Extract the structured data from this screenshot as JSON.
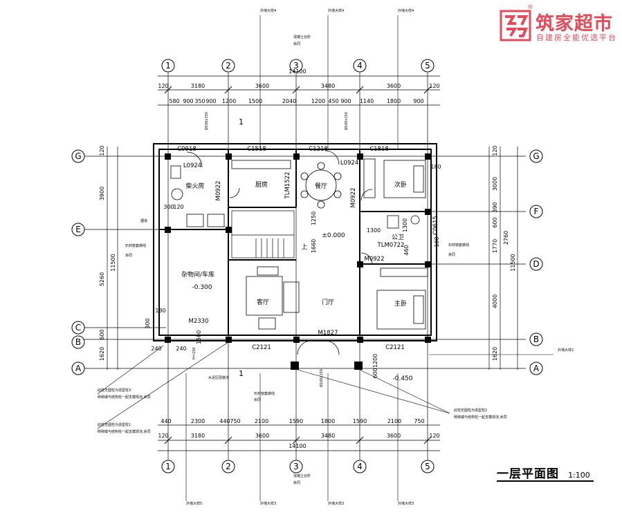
{
  "brand": {
    "name": "筑家超市",
    "slogan": "自建房全能优选平台",
    "color": "#e34a5a",
    "registered_mark": "®"
  },
  "drawing": {
    "title": "一层平面图",
    "scale": "1:100",
    "line_color": "#000000",
    "grid_axes_vertical": [
      "1",
      "2",
      "3",
      "4",
      "5"
    ],
    "grid_axes_horizontal": [
      "G",
      "F",
      "E",
      "D",
      "C",
      "B",
      "A"
    ],
    "overall_width": "14100",
    "overall_depth": "11500",
    "top_dims_main": [
      "120",
      "3180",
      "3600",
      "3480",
      "3600",
      "120"
    ],
    "top_dims_openings": [
      "580",
      "900",
      "350",
      "900",
      "1200",
      "1500",
      "2040",
      "1200",
      "450",
      "900",
      "1140",
      "1800",
      "900"
    ],
    "bottom_dims_openings": [
      "440",
      "2300",
      "440",
      "750",
      "2100",
      "1590",
      "1800",
      "1590",
      "2100",
      "750"
    ],
    "bottom_dims_main": [
      "120",
      "3180",
      "3600",
      "3480",
      "3600",
      "120"
    ],
    "left_dims_outer": [
      "120",
      "3900",
      "5260",
      "600",
      "1620"
    ],
    "left_dims_inner": [
      "11500"
    ],
    "right_dims_outer": [
      "120",
      "3000",
      "390",
      "600",
      "1770",
      "4000",
      "1620"
    ],
    "right_dims_inner": [
      "2760",
      "11500"
    ],
    "rooms": {
      "firewood": "柴火房",
      "kitchen": "厨房",
      "dining": "餐厅",
      "second_bedroom": "次卧",
      "bathroom": "公卫",
      "storage": "杂物间/车库",
      "storage_level": "-0.300",
      "living": "客厅",
      "foyer": "门厅",
      "floor_level": "±0.000",
      "master_bedroom": "主卧",
      "stair_up": "上",
      "outdoor_level": "-0.450"
    },
    "openings": [
      "C0918",
      "C1518",
      "C1218",
      "C1818",
      "L0924",
      "L0924",
      "M0922",
      "M0922",
      "M0922",
      "TLM1522",
      "TLM0722",
      "C0615",
      "M2330",
      "M1827",
      "C2121",
      "C2121"
    ],
    "misc_dims": [
      "1660",
      "1250",
      "1300",
      "1300",
      "460",
      "100",
      "300",
      "120",
      "180",
      "300",
      "240",
      "240",
      "1200",
      "600",
      "180",
      "1500"
    ],
    "notes": {
      "window_sill": "石材窗套做线",
      "chimney": "烟道",
      "cement_board": "水泥压层做法",
      "external_wall_4": "外墙大样4",
      "external_wall_2": "外墙大样2",
      "external_wall_5": "外墙大样5",
      "external_wall_3": "外墙大样3",
      "concrete_coping": "混凝土台阶",
      "same_as": "余同",
      "detail_1": "此柱无圆柱为造型柱1",
      "detail_2": "此柱无圆柱为造型柱2",
      "detail_3": "此柱无圆柱为造型柱3",
      "detail_note": "砖砌或与结构柱一起支模现浇,余同",
      "rain_pipe": "Ø100x150",
      "step_label": "1",
      "step_label_2": "1",
      "fill_height": "H=150"
    }
  }
}
